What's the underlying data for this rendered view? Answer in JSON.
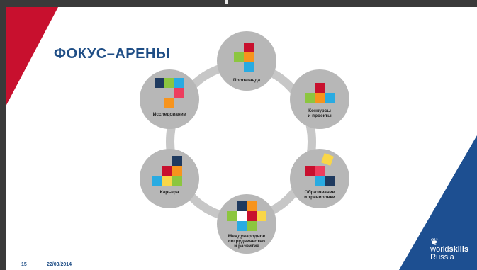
{
  "slide": {
    "title": "ФОКУС–АРЕНЫ",
    "page_number": "15",
    "date": "22/03/2014",
    "brand": {
      "line1": "world",
      "line1_bold": "skills",
      "line2": "Russia"
    }
  },
  "nodes": [
    {
      "label": "Пропаганда"
    },
    {
      "label": "Конкурсы\nи проекты"
    },
    {
      "label": "Образование\nи тренировки"
    },
    {
      "label": "Международное\nсотрудничество\nи развитие"
    },
    {
      "label": "Карьера"
    },
    {
      "label": "Исследование"
    }
  ],
  "colors": {
    "red": "#c8102e",
    "navy": "#1f4e86",
    "grey": "#b7b7b7",
    "ring": "#c7c7c7",
    "blue_corner": "#1d4f91"
  }
}
